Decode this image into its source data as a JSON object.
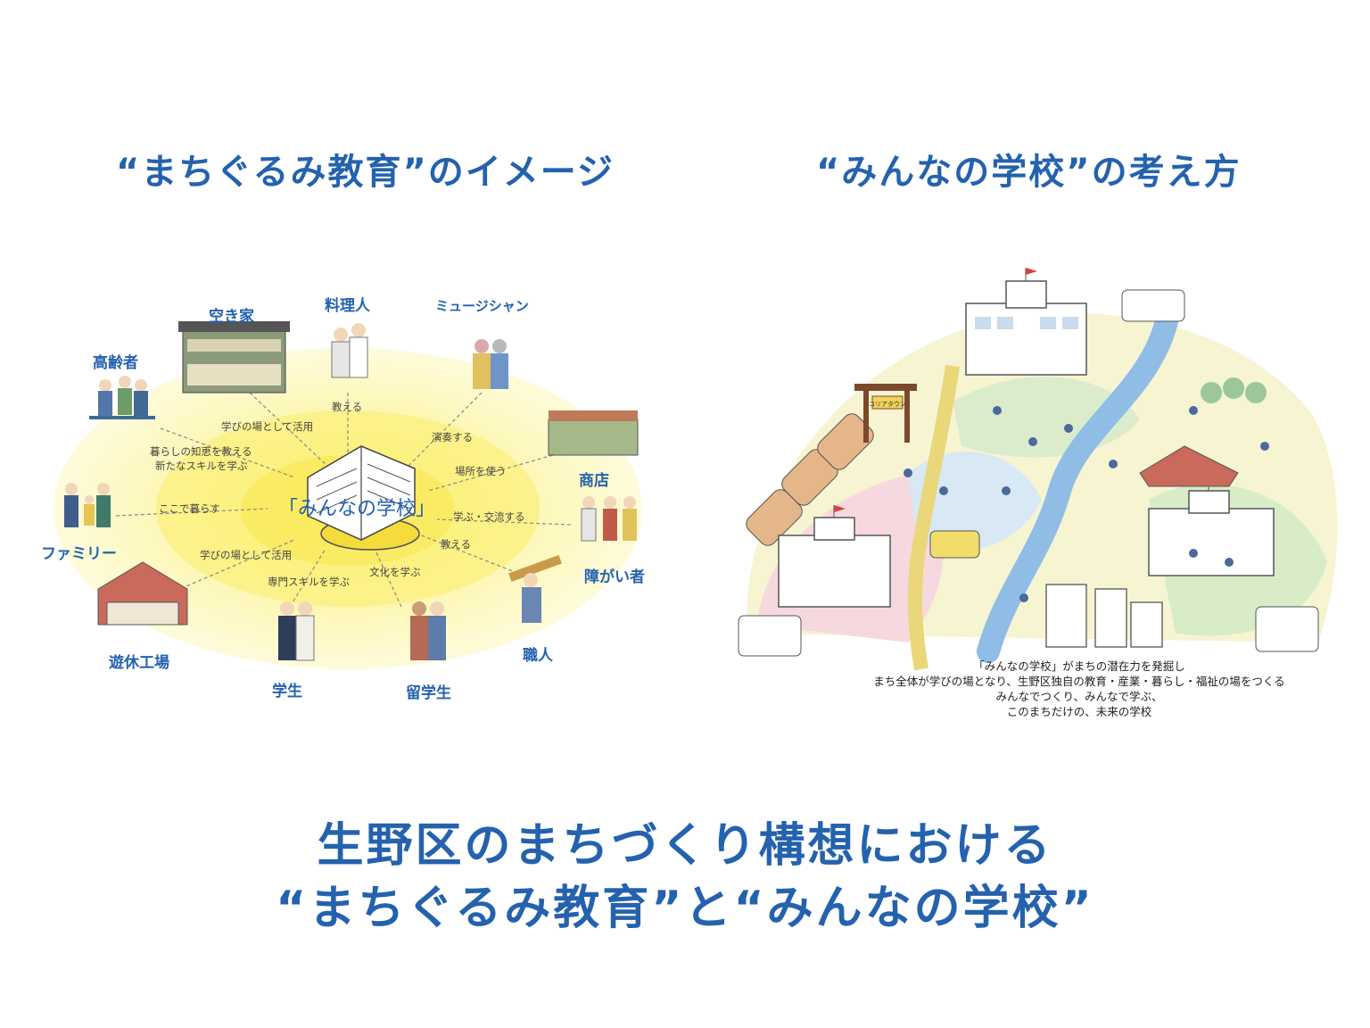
{
  "titles": {
    "left": "“まちぐるみ教育”のイメージ",
    "right": "“みんなの学校”の考え方",
    "bottom_line1": "生野区のまちづくり構想における",
    "bottom_line2": "“まちぐるみ教育”と“みんなの学校”"
  },
  "left_diagram": {
    "center": "「みんなの学校」",
    "nodes": {
      "vacant_house": "空き家",
      "cook": "料理人",
      "musician": "ミュージシャン",
      "elderly": "高齢者",
      "shop": "商店",
      "family": "ファミリー",
      "disabled": "障がい者",
      "idle_factory": "遊休工場",
      "craftsman": "職人",
      "student": "学生",
      "intl_student": "留学生"
    },
    "arrows": {
      "learning_place_1": "学びの場として活用",
      "teach_1": "教える",
      "wisdom_1": "暮らしの知恵を教える",
      "wisdom_2": "新たなスキルを学ぶ",
      "perform": "演奏する",
      "use_place": "場所を使う",
      "live_here": "ここで暮らす",
      "learn_exchange": "学ぶ・交流する",
      "teach_2": "教える",
      "learning_place_2": "学びの場として活用",
      "learn_culture": "文化を学ぶ",
      "learn_skill": "専門スキルを学ぶ"
    }
  },
  "right_illustration": {
    "sign": "コリアタウン",
    "caption": [
      "「みんなの学校」がまちの潜在力を発掘し",
      "まち全体が学びの場となり、生野区独自の教育・産業・暮らし・福祉の場をつくる",
      "みんなでつくり、みんなで学ぶ、",
      "このまちだけの、未来の学校"
    ]
  },
  "colors": {
    "title_blue": "#2462ae",
    "glow_yellow": "#fbf18a",
    "river_blue": "#8fbde6"
  }
}
